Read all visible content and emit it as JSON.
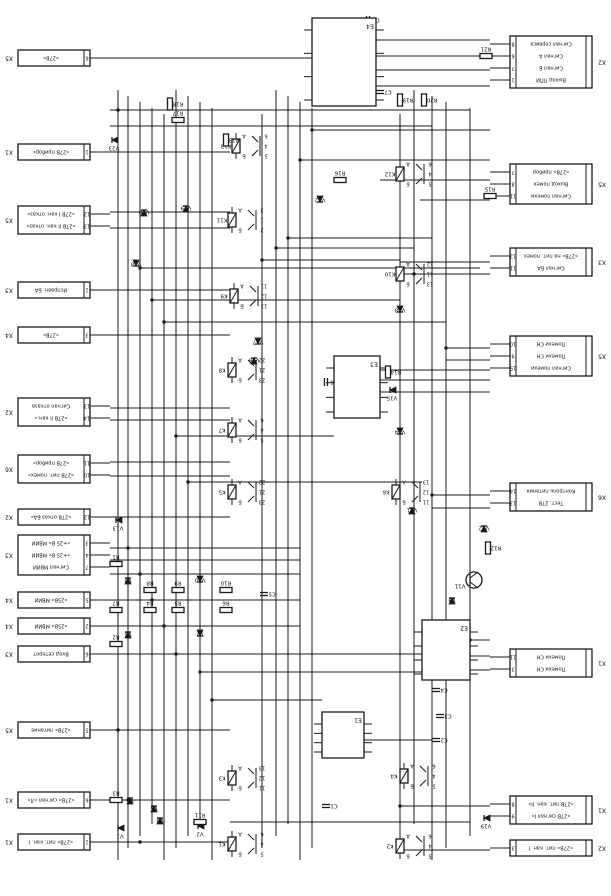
{
  "left_connectors": [
    {
      "ref": "X5",
      "pins": [
        "6"
      ],
      "labels": [
        "«27В»"
      ]
    },
    {
      "ref": "X1",
      "pins": [
        "1"
      ],
      "labels": [
        "«27В прибор»"
      ]
    },
    {
      "ref": "X5",
      "pins": [
        "12",
        "13"
      ],
      "labels": [
        "«27В I кан. отказ»",
        "«27В II кан. отказ»"
      ]
    },
    {
      "ref": "X3",
      "pins": [
        "1"
      ],
      "labels": [
        "Исправн. БА"
      ]
    },
    {
      "ref": "X4",
      "pins": [
        "3"
      ],
      "labels": [
        "«27В»"
      ]
    },
    {
      "ref": "X2",
      "pins": [
        "13",
        "14"
      ],
      "labels": [
        "Сигнал отказа",
        "«27В II кан.»"
      ]
    },
    {
      "ref": "X6",
      "pins": [
        "11",
        "10"
      ],
      "labels": [
        "«27В прибор»",
        "«27В пит. помех»"
      ]
    },
    {
      "ref": "X2",
      "pins": [
        "12"
      ],
      "labels": [
        "«27В отказ БА»"
      ]
    },
    {
      "ref": "X3",
      "pins": [
        "3",
        "4",
        "7"
      ],
      "labels": [
        "«+25 В» МВИИ",
        "«+25 В» МВИИ",
        "Сигнал МВИИ"
      ]
    },
    {
      "ref": "X4",
      "pins": [
        "5"
      ],
      "labels": [
        "«25В» МВИИ"
      ]
    },
    {
      "ref": "X4",
      "pins": [
        "2"
      ],
      "labels": [
        "«25В» МВИИ"
      ]
    },
    {
      "ref": "X3",
      "pins": [
        "6"
      ],
      "labels": [
        "Вход сетерот"
      ]
    },
    {
      "ref": "X5",
      "pins": [
        "5"
      ],
      "labels": [
        "«27В» питание"
      ]
    },
    {
      "ref": "X1",
      "pins": [
        "6"
      ],
      "labels": [
        "«27В» сигнал «Л»"
      ]
    },
    {
      "ref": "X1",
      "pins": [
        "1"
      ],
      "labels": [
        "«27В» пит. кан. I"
      ]
    }
  ],
  "right_connectors": [
    {
      "ref": "X2",
      "pins": [
        "8",
        "6",
        "7",
        "1"
      ],
      "labels": [
        "Сигнал сервиса",
        "Сигнал А",
        "Сигнал Б",
        "Выход ППИ"
      ]
    },
    {
      "ref": "X5",
      "pins": [
        "7",
        "8",
        "11"
      ],
      "labels": [
        "«27В» прибор",
        "Выход помех",
        "Сигнал помехи"
      ]
    },
    {
      "ref": "X3",
      "pins": [
        "12",
        "11"
      ],
      "labels": [
        "«27В» на пит. помех",
        "Сигнал БА"
      ]
    },
    {
      "ref": "X5",
      "pins": [
        "10",
        "9",
        "15"
      ],
      "labels": [
        "Помехи СН",
        "Помехи СН",
        "Сигнал помехи"
      ]
    },
    {
      "ref": "X6",
      "pins": [
        "14",
        "13"
      ],
      "labels": [
        "Контроль питания",
        "Тест. 27В"
      ]
    },
    {
      "ref": "X1",
      "pins": [
        "11",
        "3"
      ],
      "labels": [
        "Помехи СН",
        "Помехи СН"
      ]
    },
    {
      "ref": "X1",
      "pins": [
        "8",
        "9"
      ],
      "labels": [
        "«27В пит. кан. II»",
        "«27В сигнал I»"
      ]
    },
    {
      "ref": "X2",
      "pins": [
        "3"
      ],
      "labels": [
        "«27В» пит. кан. I"
      ]
    }
  ],
  "chips": [
    {
      "ref": "E1"
    },
    {
      "ref": "E2"
    },
    {
      "ref": "E3"
    },
    {
      "ref": "E4"
    }
  ],
  "relays": [
    "K1",
    "K2",
    "K3",
    "K4",
    "K5",
    "K6",
    "K7",
    "K8",
    "K9",
    "K10",
    "K11",
    "K12",
    "K13"
  ],
  "transistors": [
    "V11"
  ],
  "diodes": [
    "V1",
    "V2",
    "V3",
    "V4",
    "V5",
    "V6",
    "V7",
    "V8",
    "V9",
    "V10",
    "V12",
    "V13",
    "V14",
    "V15",
    "V16",
    "V17",
    "V18",
    "V19",
    "V20",
    "V21",
    "V22",
    "V23"
  ],
  "resistors": [
    "R1",
    "R2",
    "R3",
    "R4",
    "R5",
    "R6",
    "R7",
    "R8",
    "R9",
    "R10",
    "R11",
    "R12",
    "R13",
    "R14",
    "R15",
    "R16",
    "R17",
    "R18",
    "R19",
    "R20",
    "R21",
    "R22"
  ],
  "capacitors": [
    "C1",
    "C2",
    "C3",
    "C4",
    "C5",
    "C6",
    "C7",
    "C8"
  ]
}
